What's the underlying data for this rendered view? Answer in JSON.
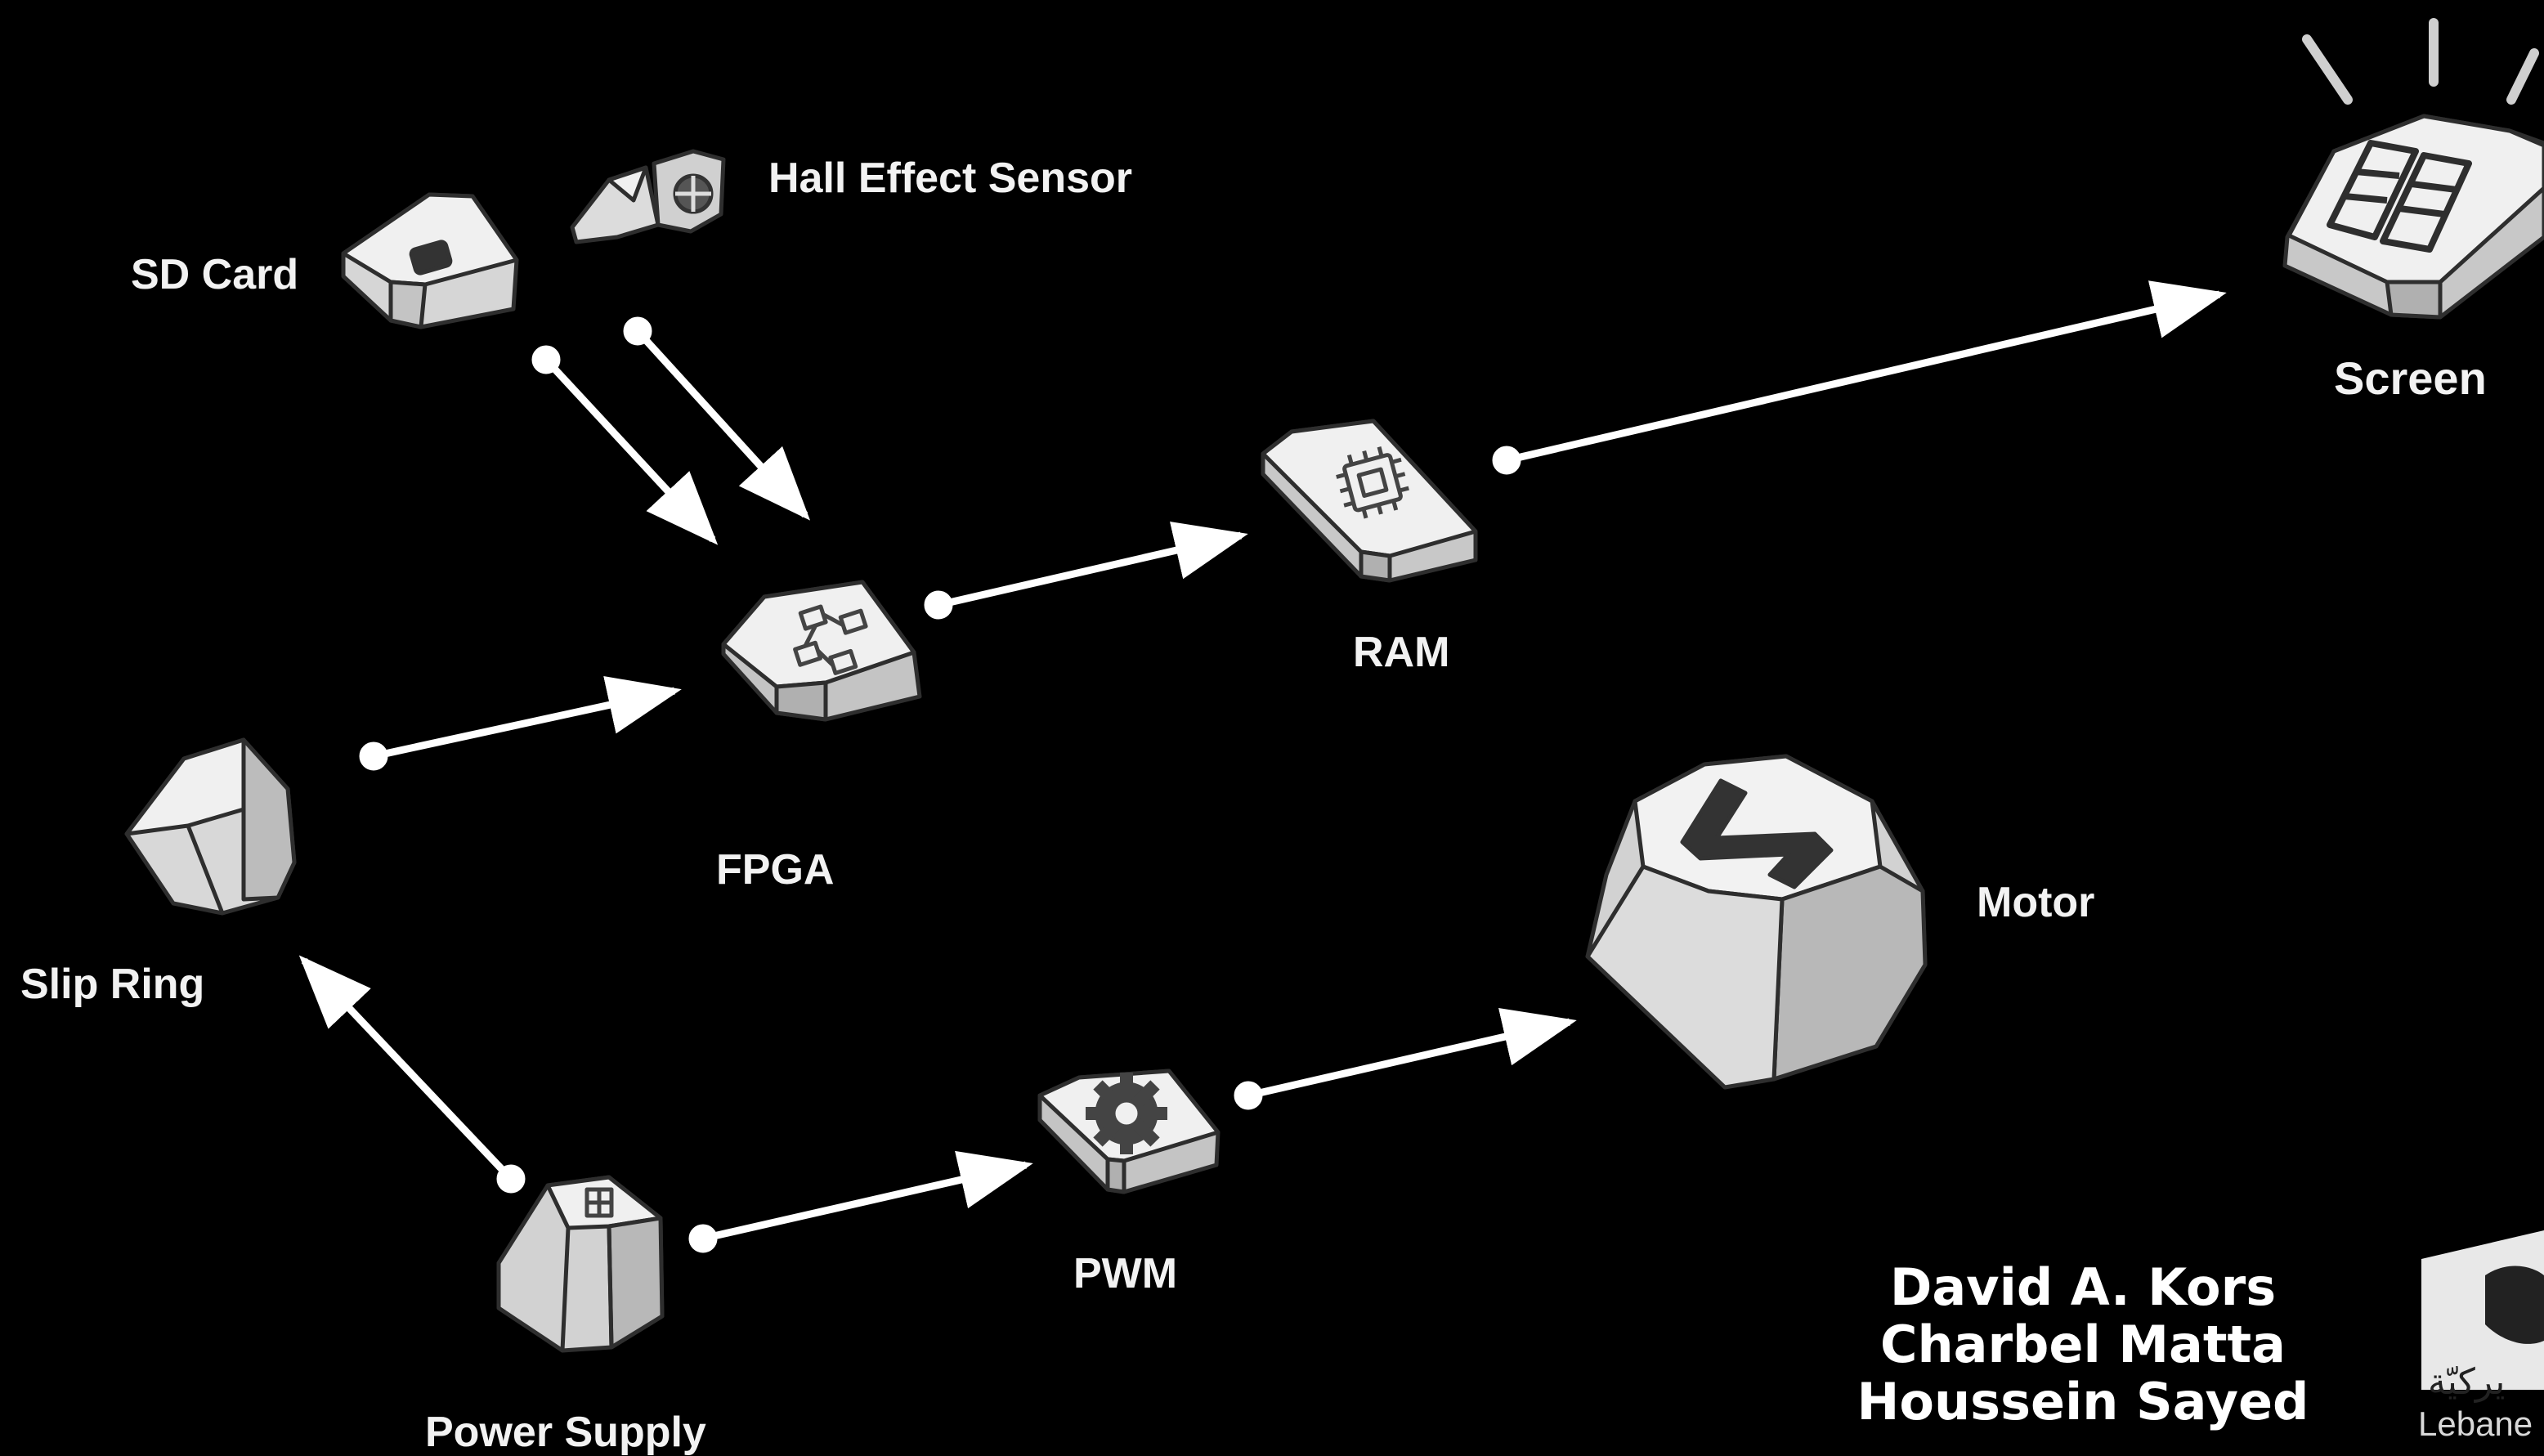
{
  "nodes": {
    "sd_card": "SD Card",
    "hall_sensor": "Hall Effect Sensor",
    "fpga": "FPGA",
    "ram": "RAM",
    "screen": "Screen",
    "slip_ring": "Slip Ring",
    "power_supply": "Power Supply",
    "pwm": "PWM",
    "motor": "Motor"
  },
  "authors": [
    "David A. Kors",
    "Charbel Matta",
    "Houssein Sayed"
  ],
  "logo": {
    "text": "Lebane"
  },
  "colors": {
    "background": "#000000",
    "stroke": "#2e2e2e",
    "face_light": "#f0f0f0",
    "face_mid": "#d6d6d6",
    "face_dark": "#b4b4b4",
    "arrow": "#ffffff"
  }
}
